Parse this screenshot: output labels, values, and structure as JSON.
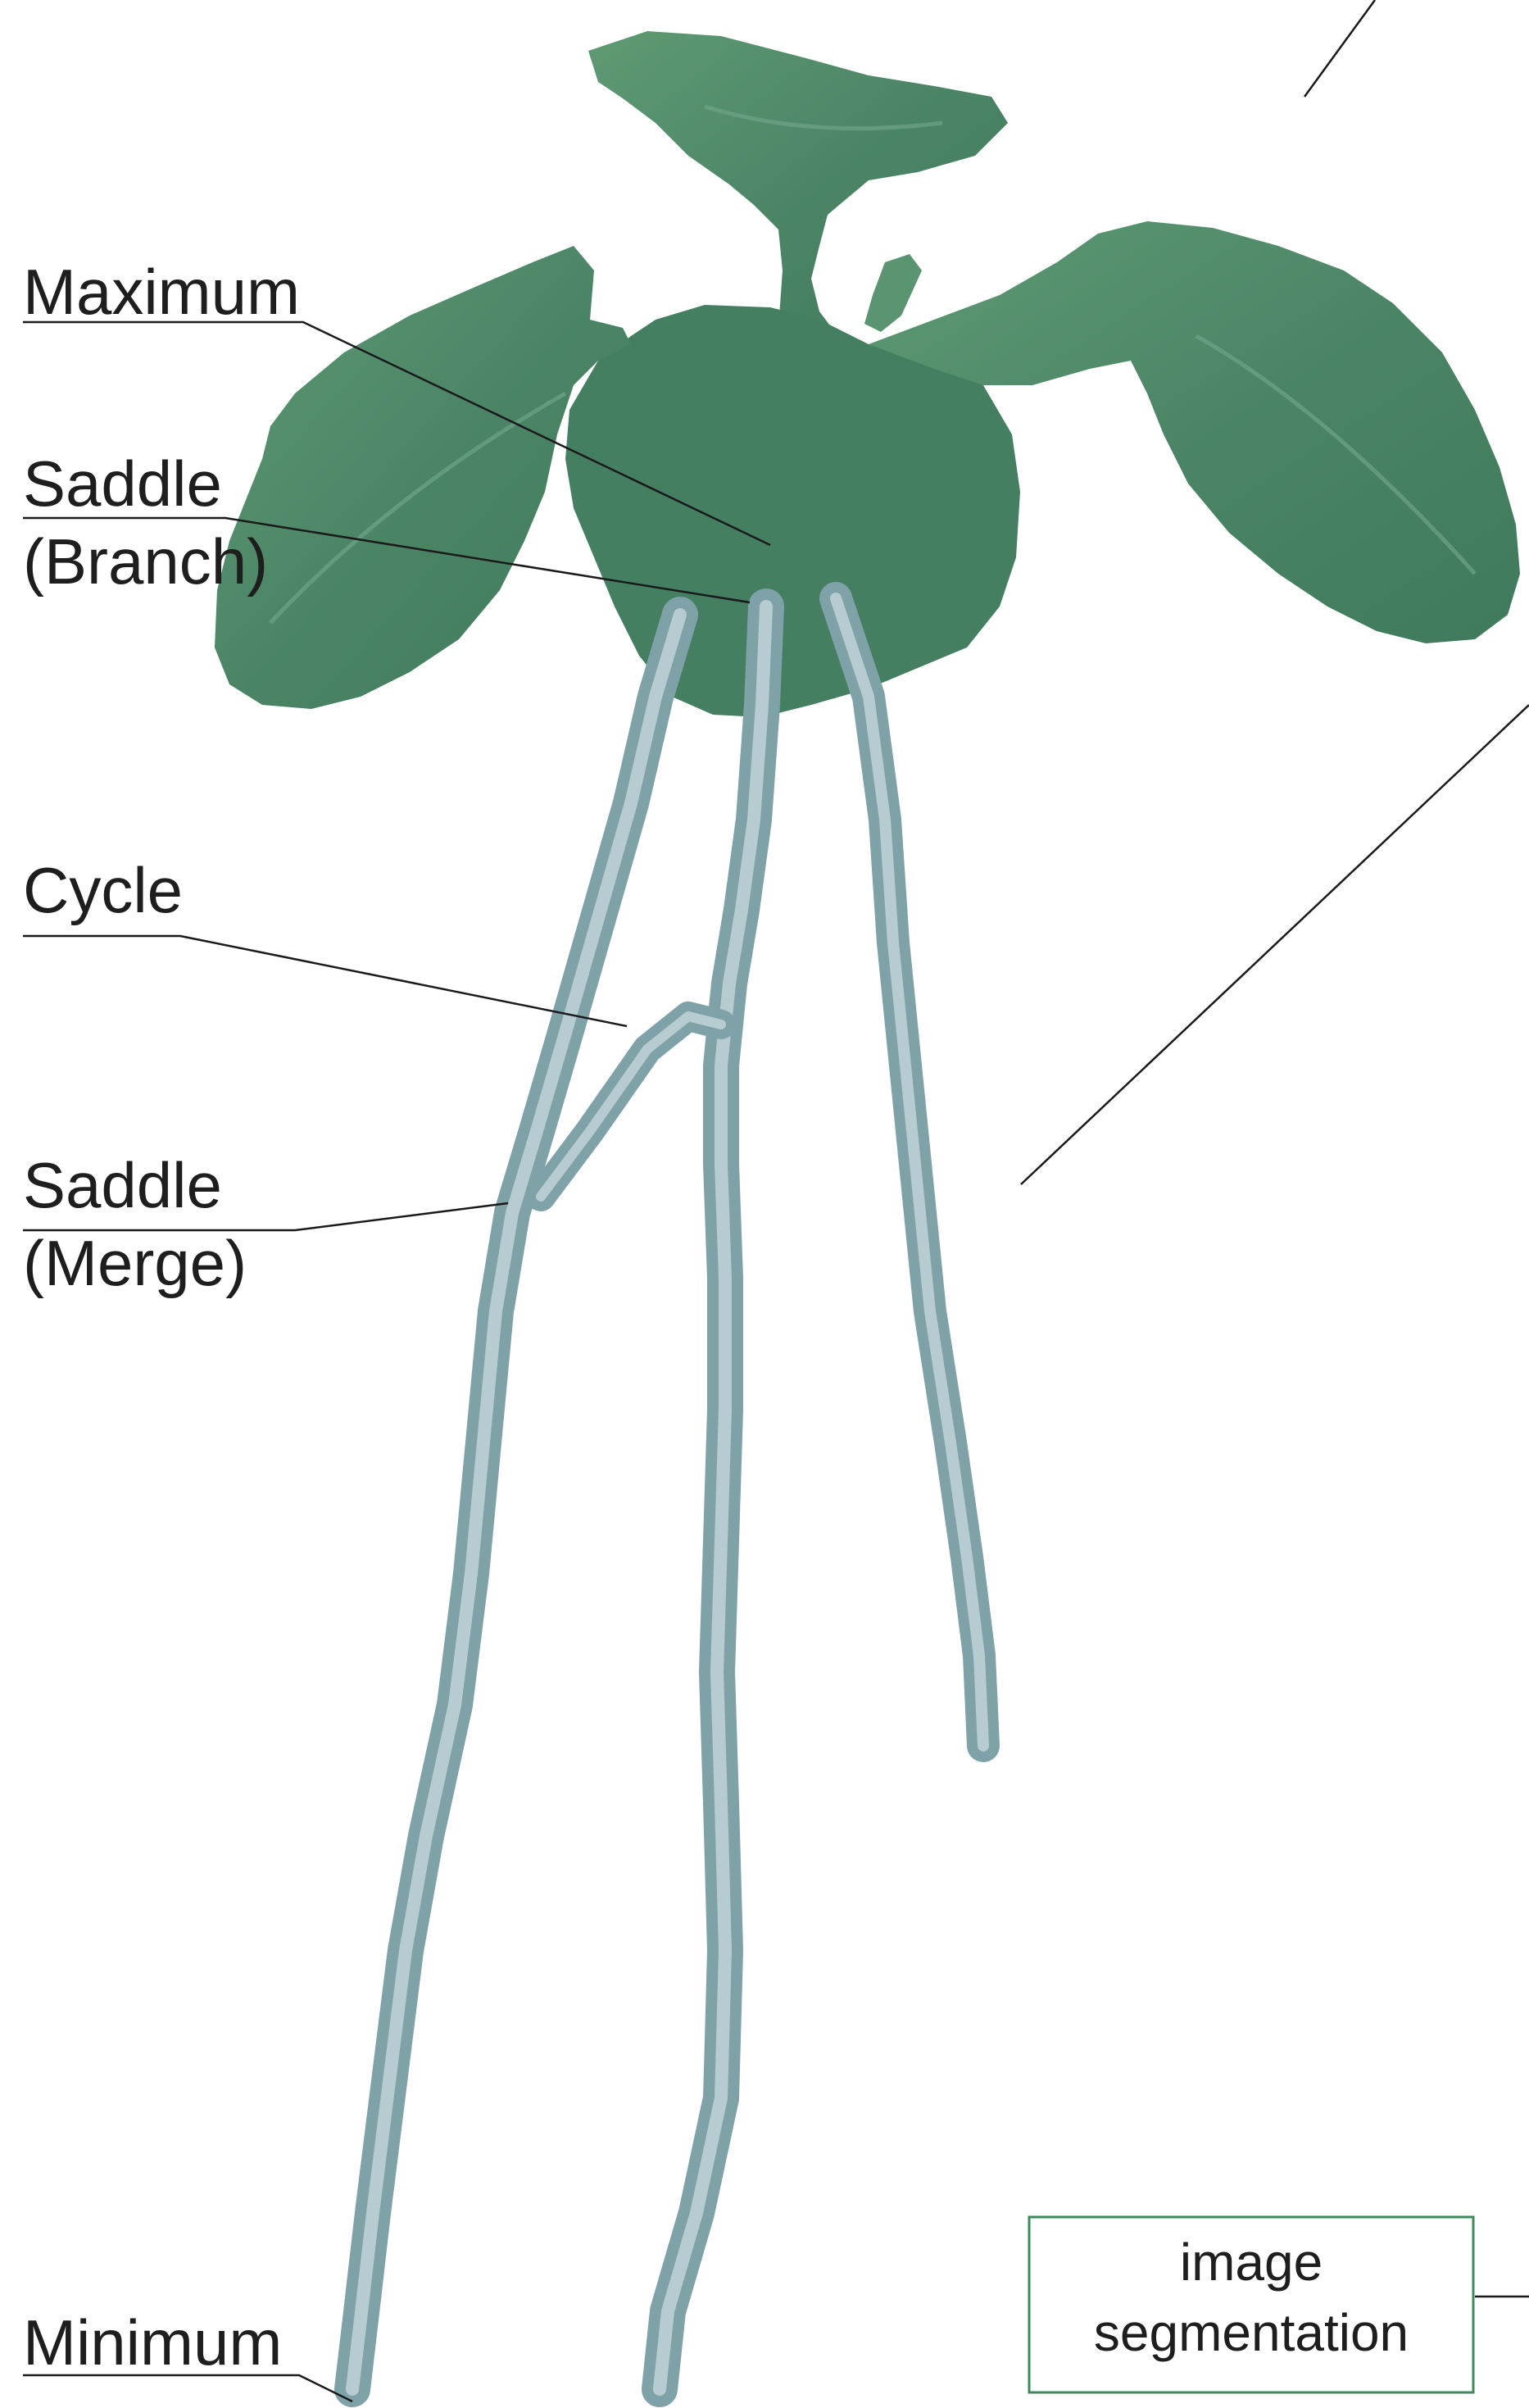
{
  "labels": {
    "maximum": "Maximum",
    "saddle_branch_line1": "Saddle",
    "saddle_branch_line2": "(Branch)",
    "cycle": "Cycle",
    "saddle_merge_line1": "Saddle",
    "saddle_merge_line2": "(Merge)",
    "minimum": "Minimum"
  },
  "box": {
    "line1": "image",
    "line2": "segmentation"
  },
  "colors": {
    "leaf": "#4f8a68",
    "leaf_dark": "#3b7257",
    "root": "#a9c3c7",
    "box_border": "#3d8a5e",
    "text": "#1e1e1e"
  }
}
